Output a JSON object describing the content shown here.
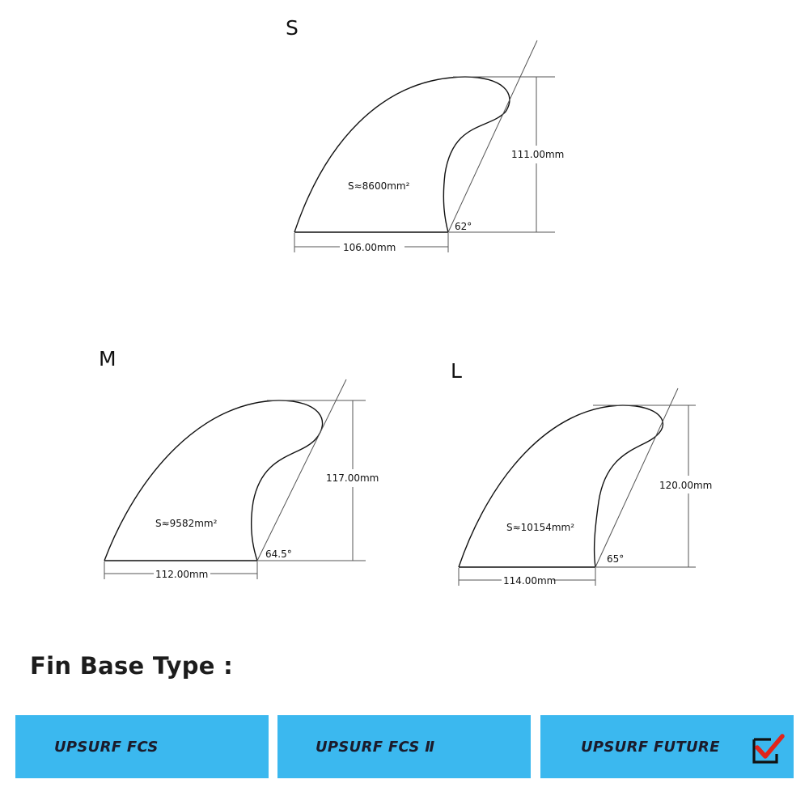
{
  "fins": [
    {
      "size": "S",
      "area": "S≈8600mm²",
      "height": "111.00mm",
      "base": "106.00mm",
      "angle": "62°"
    },
    {
      "size": "M",
      "area": "S≈9582mm²",
      "height": "117.00mm",
      "base": "112.00mm",
      "angle": "64.5°"
    },
    {
      "size": "L",
      "area": "S≈10154mm²",
      "height": "120.00mm",
      "base": "114.00mm",
      "angle": "65°"
    }
  ],
  "fin_base": {
    "heading": "Fin Base Type :",
    "options": [
      {
        "label": "UPSURF FCS",
        "selected": false
      },
      {
        "label": "UPSURF FCS Ⅱ",
        "selected": false
      },
      {
        "label": "UPSURF FUTURE",
        "selected": true
      }
    ],
    "check_color": "#e0241b"
  }
}
